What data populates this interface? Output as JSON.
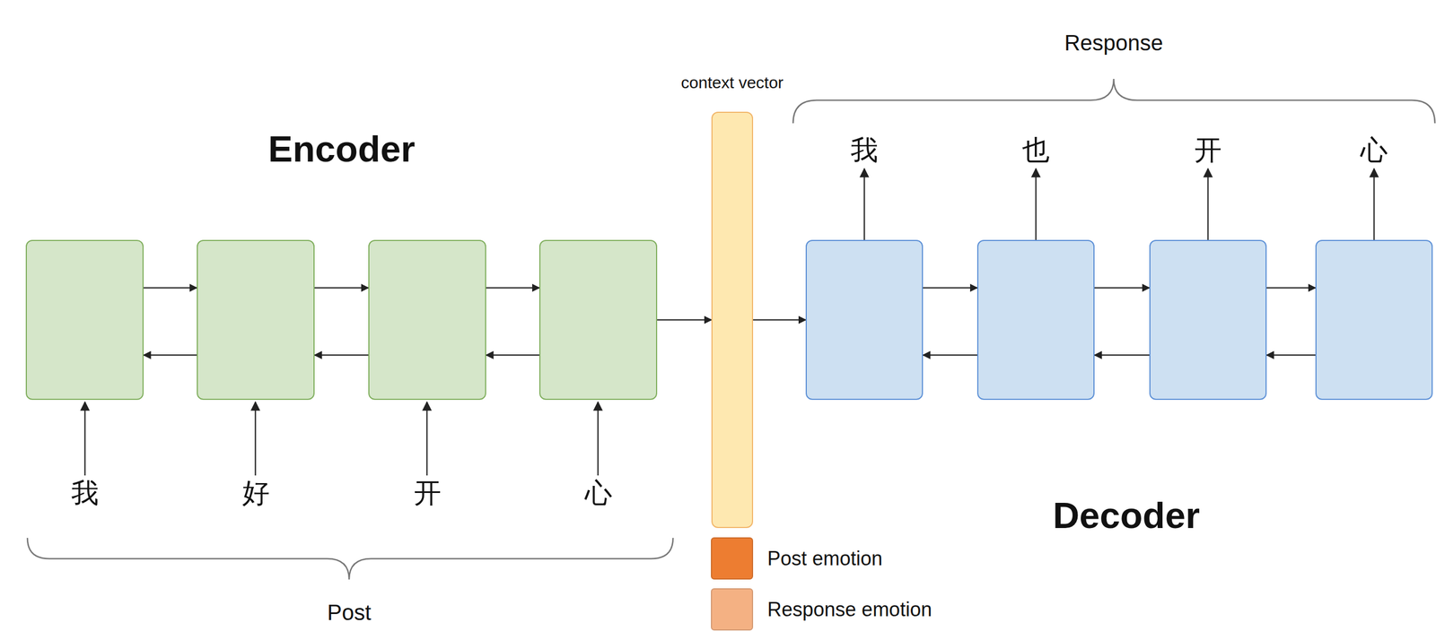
{
  "diagram": {
    "nodes": [
      {
        "text": [
          "我"
        ]
      },
      {
        "text": [
          "好"
        ]
      },
      {
        "text": [
          "开"
        ]
      },
      {
        "text": [
          "心"
        ]
      },
      {
        "text": [
          "context vector"
        ]
      },
      {
        "text": [
          "我"
        ]
      },
      {
        "text": [
          "也"
        ]
      },
      {
        "text": [
          "开"
        ]
      },
      {
        "text": [
          "心"
        ]
      }
    ],
    "edges": [
      {
        "from": 0,
        "to": 1,
        "arrow": "to"
      },
      {
        "from": 1,
        "to": 2,
        "arrow": "to"
      },
      {
        "from": 2,
        "to": 3,
        "arrow": "to"
      },
      {
        "from": 1,
        "to": 0,
        "arrow": "to"
      },
      {
        "from": 2,
        "to": 1,
        "arrow": "to"
      },
      {
        "from": 3,
        "to": 2,
        "arrow": "to"
      },
      {
        "from": 3,
        "to": 4,
        "arrow": "to"
      },
      {
        "from": 4,
        "to": 5,
        "arrow": "to"
      },
      {
        "from": 5,
        "to": 6,
        "arrow": "to"
      },
      {
        "from": 6,
        "to": 7,
        "arrow": "to"
      },
      {
        "from": 7,
        "to": 8,
        "arrow": "to"
      },
      {
        "from": 6,
        "to": 5,
        "arrow": "to"
      },
      {
        "from": 7,
        "to": 6,
        "arrow": "to"
      },
      {
        "from": 8,
        "to": 7,
        "arrow": "to"
      }
    ],
    "labels": [
      "Encoder",
      "Decoder",
      "Post",
      "Response"
    ],
    "legend": [
      {
        "text": "Post emotion",
        "color": "#ED7D31"
      },
      {
        "text": "Response emotion",
        "color": "#F4B183"
      }
    ]
  }
}
